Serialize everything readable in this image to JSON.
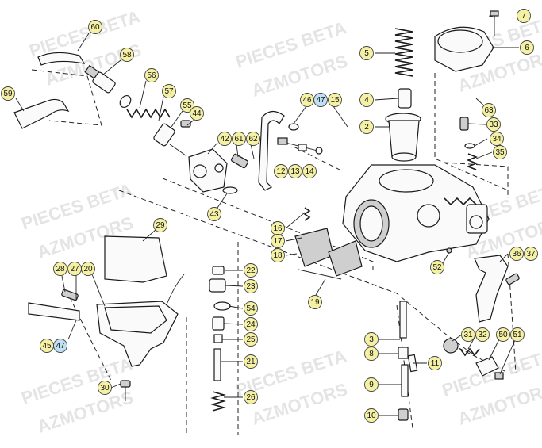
{
  "watermark": {
    "line1": "PIECES BETA",
    "line2": "AZMOTORS"
  },
  "callouts": [
    {
      "id": "c60",
      "label": "60"
    },
    {
      "id": "c58",
      "label": "58"
    },
    {
      "id": "c59",
      "label": "59"
    },
    {
      "id": "c56",
      "label": "56"
    },
    {
      "id": "c57",
      "label": "57"
    },
    {
      "id": "c55",
      "label": "55"
    },
    {
      "id": "c44",
      "label": "44"
    },
    {
      "id": "c42",
      "label": "42"
    },
    {
      "id": "c61",
      "label": "61"
    },
    {
      "id": "c62",
      "label": "62"
    },
    {
      "id": "c43",
      "label": "43"
    },
    {
      "id": "c46",
      "label": "46"
    },
    {
      "id": "c47a",
      "label": "47",
      "blue": true
    },
    {
      "id": "c15",
      "label": "15"
    },
    {
      "id": "c12",
      "label": "12"
    },
    {
      "id": "c13",
      "label": "13"
    },
    {
      "id": "c14",
      "label": "14"
    },
    {
      "id": "c7",
      "label": "7"
    },
    {
      "id": "c6",
      "label": "6"
    },
    {
      "id": "c5",
      "label": "5"
    },
    {
      "id": "c4",
      "label": "4"
    },
    {
      "id": "c2",
      "label": "2"
    },
    {
      "id": "c63",
      "label": "63"
    },
    {
      "id": "c33",
      "label": "33"
    },
    {
      "id": "c34",
      "label": "34"
    },
    {
      "id": "c35",
      "label": "35"
    },
    {
      "id": "c29",
      "label": "29"
    },
    {
      "id": "c16",
      "label": "16"
    },
    {
      "id": "c17",
      "label": "17"
    },
    {
      "id": "c18",
      "label": "18"
    },
    {
      "id": "c19",
      "label": "19"
    },
    {
      "id": "c52",
      "label": "52"
    },
    {
      "id": "c36",
      "label": "36"
    },
    {
      "id": "c37",
      "label": "37"
    },
    {
      "id": "c28",
      "label": "28"
    },
    {
      "id": "c27",
      "label": "27"
    },
    {
      "id": "c20",
      "label": "20"
    },
    {
      "id": "c22",
      "label": "22"
    },
    {
      "id": "c23",
      "label": "23"
    },
    {
      "id": "c54",
      "label": "54"
    },
    {
      "id": "c24",
      "label": "24"
    },
    {
      "id": "c25",
      "label": "25"
    },
    {
      "id": "c21",
      "label": "21"
    },
    {
      "id": "c26",
      "label": "26"
    },
    {
      "id": "c45",
      "label": "45"
    },
    {
      "id": "c47b",
      "label": "47",
      "blue": true
    },
    {
      "id": "c30",
      "label": "30"
    },
    {
      "id": "c3",
      "label": "3"
    },
    {
      "id": "c8",
      "label": "8"
    },
    {
      "id": "c11",
      "label": "11"
    },
    {
      "id": "c9",
      "label": "9"
    },
    {
      "id": "c10",
      "label": "10"
    },
    {
      "id": "c31",
      "label": "31"
    },
    {
      "id": "c32",
      "label": "32"
    },
    {
      "id": "c50",
      "label": "50"
    },
    {
      "id": "c51",
      "label": "51"
    }
  ]
}
